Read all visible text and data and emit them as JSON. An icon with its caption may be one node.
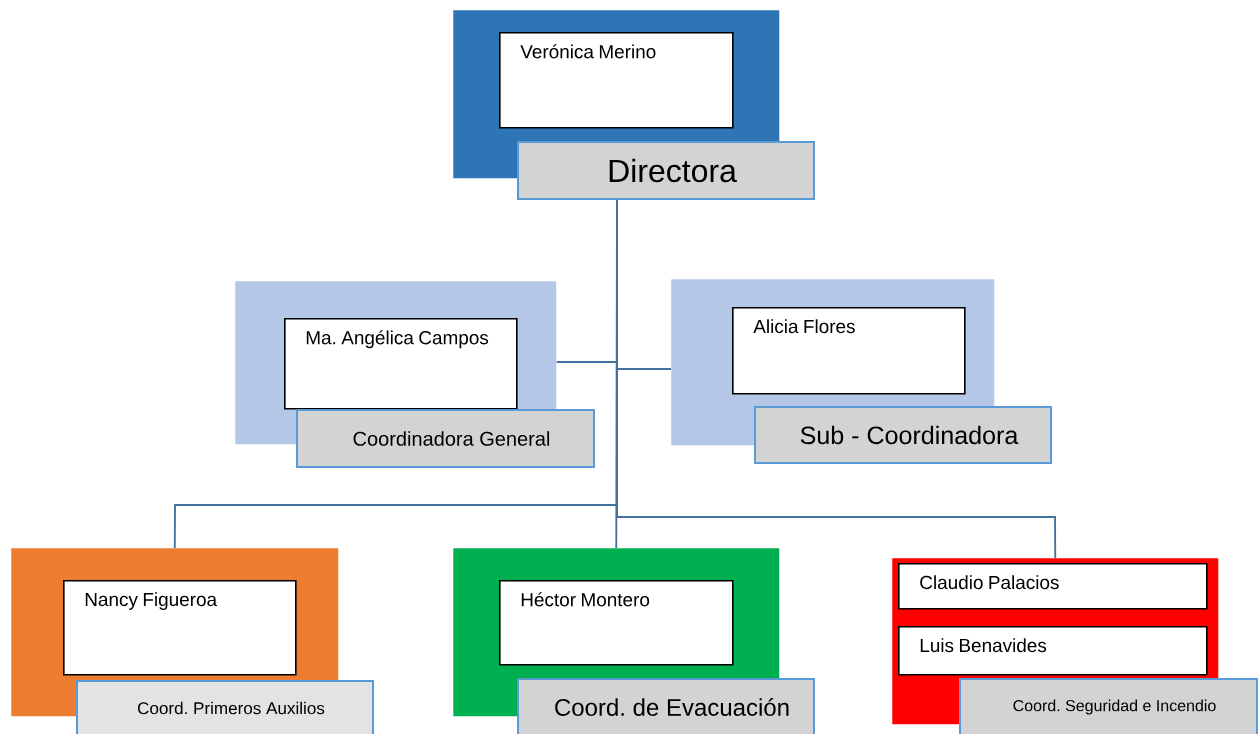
{
  "diagram": {
    "nodes": [
      {
        "text": [],
        "shape": "box"
      },
      {
        "text": [
          "Verónica Merino"
        ],
        "in": 0
      },
      {
        "text": [
          "Directora"
        ]
      },
      {
        "text": [],
        "shape": "box"
      },
      {
        "text": [
          "Ma. Angélica Campos"
        ],
        "in": 3
      },
      {
        "text": [
          "Coordinadora General"
        ]
      },
      {
        "text": [],
        "shape": "box"
      },
      {
        "text": [
          "Alicia Flores"
        ],
        "in": 6
      },
      {
        "text": [
          "Sub - Coordinadora"
        ]
      },
      {
        "text": [],
        "shape": "box"
      },
      {
        "text": [
          "Nancy Figueroa"
        ],
        "in": 9
      },
      {
        "text": [
          "Coord. Primeros Auxilios"
        ]
      },
      {
        "text": [],
        "shape": "box"
      },
      {
        "text": [
          "Héctor Montero"
        ],
        "in": 12
      },
      {
        "text": [
          "Coord. de Evacuación"
        ]
      },
      {
        "text": [],
        "shape": "box"
      },
      {
        "text": [
          "Claudio Palacios"
        ],
        "in": 15
      },
      {
        "text": [
          "Luis Benavides"
        ],
        "in": 15
      },
      {
        "text": [
          "Coord. Seguridad e Incendio"
        ]
      }
    ],
    "edges": [
      {
        "from": 2,
        "to": 3,
        "arrow": "none"
      },
      {
        "from": 2,
        "to": 6,
        "arrow": "none"
      },
      {
        "from": 2,
        "to": 9,
        "arrow": "none"
      },
      {
        "from": 2,
        "to": 12,
        "arrow": "none"
      },
      {
        "from": 2,
        "to": 15,
        "arrow": "none"
      }
    ]
  }
}
